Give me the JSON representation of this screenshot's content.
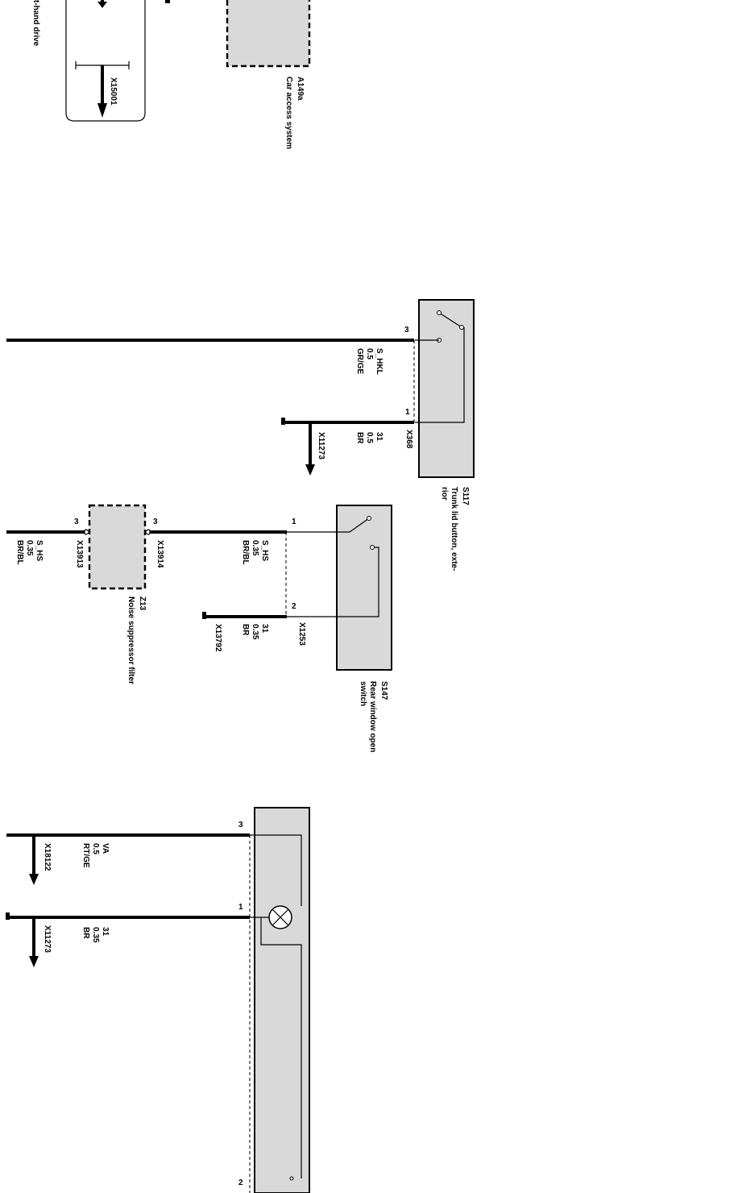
{
  "top_fragment": {
    "drive_label": "t-hand drive",
    "x15001": "X15001"
  },
  "a149a": {
    "id": "A149a",
    "name": "Car access system"
  },
  "s117": {
    "id": "S117",
    "name_line1": "Trunk lid button, exte-",
    "name_line2": "rior",
    "pin3": "3",
    "pin1": "1",
    "connector": "X368",
    "wire_top": {
      "signal": "S_HKL",
      "size": "0.5",
      "color": "GR/GE"
    },
    "wire_gnd": {
      "signal": "31",
      "size": "0.5",
      "color": "BR"
    },
    "gnd_connector": "X11273"
  },
  "s147": {
    "id": "S147",
    "name_line1": "Rear window open",
    "name_line2": "switch",
    "pin1": "1",
    "pin2": "2",
    "connector": "X1253",
    "wire_sig": {
      "signal": "S_HS",
      "size": "0.35",
      "color": "BR/BL"
    },
    "wire_gnd": {
      "signal": "31",
      "size": "0.35",
      "color": "BR"
    },
    "gnd_connector": "X13792"
  },
  "z13": {
    "id": "Z13",
    "name": "Noise suppressor filter",
    "pin_in": "3",
    "pin_out": "3",
    "conn_in": "X13914",
    "conn_out": "X13913",
    "wire_out": {
      "signal": "S_HS",
      "size": "0.35",
      "color": "BR/BL"
    }
  },
  "lamp": {
    "pin3": "3",
    "pin1": "1",
    "pin2": "2",
    "wire_va": {
      "signal": "VA",
      "size": "0.5",
      "color": "RT/GE"
    },
    "va_connector": "X18122",
    "wire_gnd": {
      "signal": "31",
      "size": "0.35",
      "color": "BR"
    },
    "gnd_connector": "X11273"
  }
}
